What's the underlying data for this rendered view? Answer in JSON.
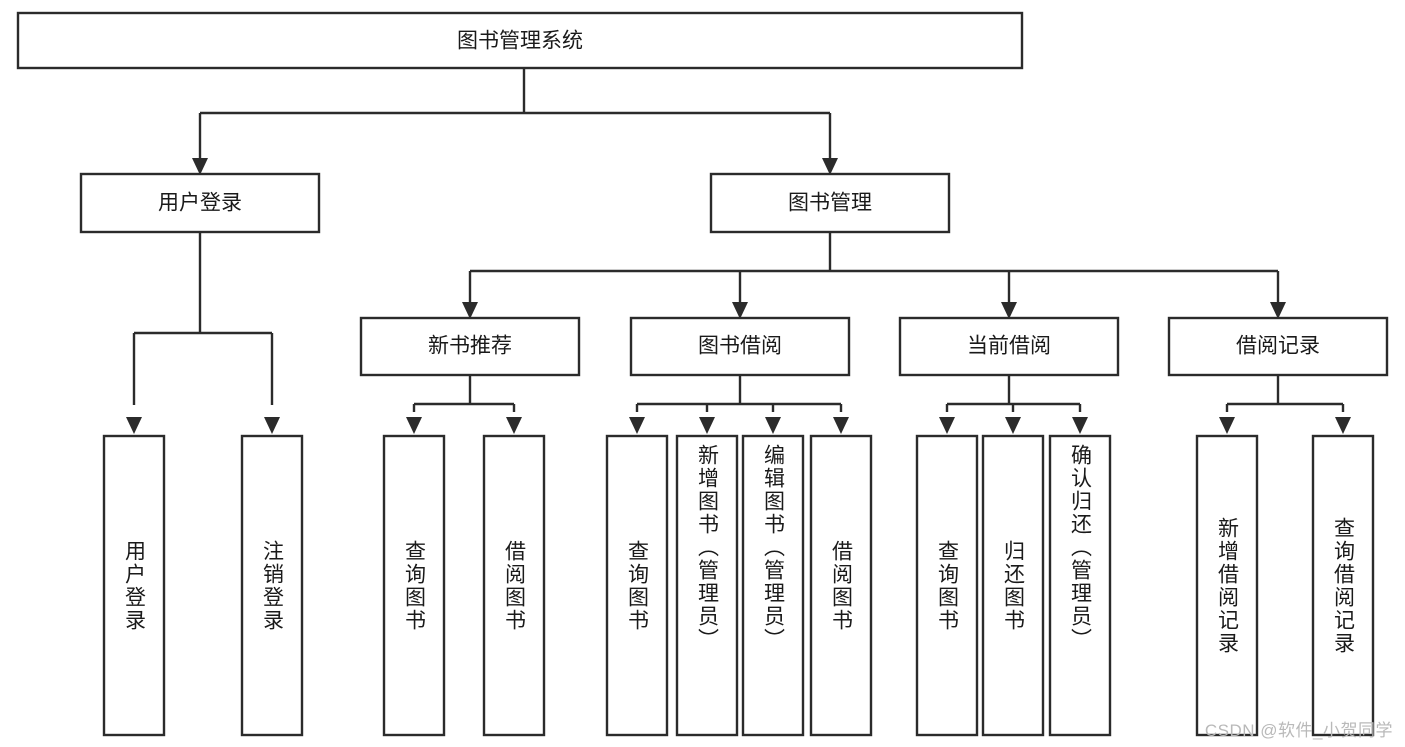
{
  "diagram": {
    "type": "tree-hierarchy-chart",
    "title": "图书管理系统",
    "watermark": "CSDN @软件_小贺同学",
    "colors": {
      "stroke": "#2b2b2b",
      "node_fill": "#ffffff",
      "background": "#ffffff",
      "text": "#1a1a1a",
      "watermark": "#b9b9b9"
    },
    "levels": [
      {
        "level": 0,
        "nodes": [
          {
            "id": "root",
            "label": "图书管理系统",
            "orientation": "horizontal"
          }
        ]
      },
      {
        "level": 1,
        "nodes": [
          {
            "id": "login",
            "label": "用户登录",
            "orientation": "horizontal",
            "parent": "root"
          },
          {
            "id": "bookmgmt",
            "label": "图书管理",
            "orientation": "horizontal",
            "parent": "root"
          }
        ]
      },
      {
        "level": 2,
        "nodes": [
          {
            "id": "newbook",
            "label": "新书推荐",
            "orientation": "horizontal",
            "parent": "bookmgmt"
          },
          {
            "id": "borrow",
            "label": "图书借阅",
            "orientation": "horizontal",
            "parent": "bookmgmt"
          },
          {
            "id": "current",
            "label": "当前借阅",
            "orientation": "horizontal",
            "parent": "bookmgmt"
          },
          {
            "id": "records",
            "label": "借阅记录",
            "orientation": "horizontal",
            "parent": "bookmgmt"
          }
        ]
      },
      {
        "level": 3,
        "nodes": [
          {
            "id": "leaf-1",
            "label": "用户登录",
            "orientation": "vertical",
            "parent": "login"
          },
          {
            "id": "leaf-2",
            "label": "注销登录",
            "orientation": "vertical",
            "parent": "login"
          },
          {
            "id": "leaf-3",
            "label": "查询图书",
            "orientation": "vertical",
            "parent": "newbook"
          },
          {
            "id": "leaf-4",
            "label": "借阅图书",
            "orientation": "vertical",
            "parent": "newbook"
          },
          {
            "id": "leaf-5",
            "label": "查询图书",
            "orientation": "vertical",
            "parent": "borrow"
          },
          {
            "id": "leaf-6",
            "label": "新增图书（管理员）",
            "orientation": "vertical",
            "parent": "borrow"
          },
          {
            "id": "leaf-7",
            "label": "编辑图书（管理员）",
            "orientation": "vertical",
            "parent": "borrow"
          },
          {
            "id": "leaf-8",
            "label": "借阅图书",
            "orientation": "vertical",
            "parent": "borrow"
          },
          {
            "id": "leaf-9",
            "label": "查询图书",
            "orientation": "vertical",
            "parent": "current"
          },
          {
            "id": "leaf-10",
            "label": "归还图书",
            "orientation": "vertical",
            "parent": "current"
          },
          {
            "id": "leaf-11",
            "label": "确认归还（管理员）",
            "orientation": "vertical",
            "parent": "current"
          },
          {
            "id": "leaf-12",
            "label": "新增借阅记录",
            "orientation": "vertical",
            "parent": "records"
          },
          {
            "id": "leaf-13",
            "label": "查询借阅记录",
            "orientation": "vertical",
            "parent": "records"
          }
        ]
      }
    ]
  }
}
